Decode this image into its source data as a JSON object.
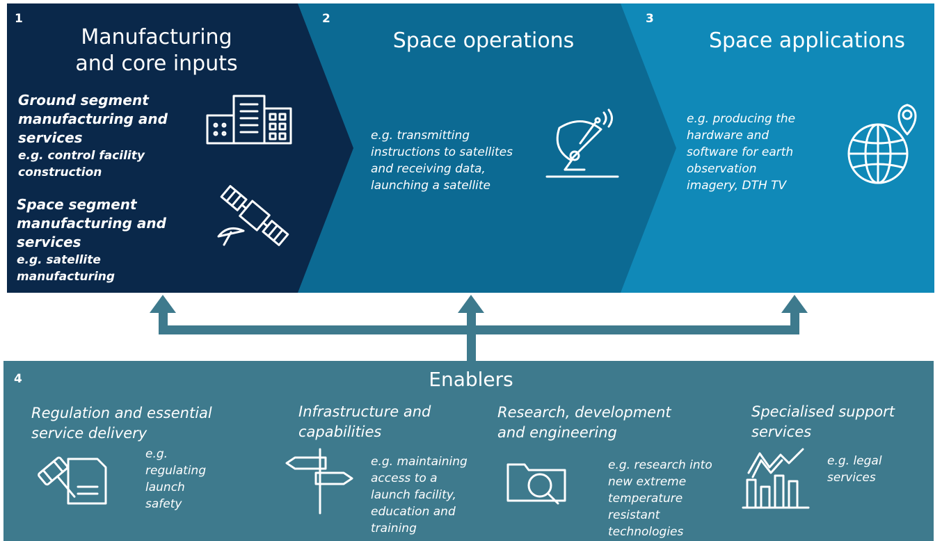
{
  "colors": {
    "panel1": "#0a284a",
    "panel2": "#0c6a93",
    "panel3": "#1089b8",
    "enablers": "#3e7a8d",
    "arrows": "#3e7a8d"
  },
  "panels": [
    {
      "number": "1",
      "title_line1": "Manufacturing",
      "title_line2": "and core inputs",
      "items": [
        {
          "heading_line1": "Ground segment",
          "heading_line2": "manufacturing and",
          "heading_line3": "services",
          "example_line1": "e.g. control facility",
          "example_line2": "construction",
          "icon": "building-icon"
        },
        {
          "heading_line1": "Space segment",
          "heading_line2": "manufacturing and",
          "heading_line3": "services",
          "example_line1": "e.g. satellite",
          "example_line2": "manufacturing",
          "icon": "satellite-icon"
        }
      ]
    },
    {
      "number": "2",
      "title": "Space operations",
      "example_lines": [
        "e.g. transmitting",
        "instructions to satellites",
        "and receiving data,",
        "launching a satellite"
      ],
      "icon": "satellite-dish-icon"
    },
    {
      "number": "3",
      "title": "Space applications",
      "example_lines": [
        "e.g. producing the",
        "hardware and",
        "software for earth",
        "observation",
        "imagery, DTH TV"
      ],
      "icon": "globe-pin-icon"
    }
  ],
  "enablers": {
    "number": "4",
    "title": "Enablers",
    "items": [
      {
        "heading_lines": [
          "Regulation and essential",
          "service delivery"
        ],
        "example_lines": [
          "e.g.",
          "regulating",
          "launch",
          "safety"
        ],
        "icon": "gavel-document-icon"
      },
      {
        "heading_lines": [
          "Infrastructure and",
          "capabilities"
        ],
        "example_lines": [
          "e.g. maintaining",
          "access to a",
          "launch facility,",
          "education and",
          "training"
        ],
        "icon": "signpost-icon"
      },
      {
        "heading_lines": [
          "Research, development",
          "and engineering"
        ],
        "example_lines": [
          "e.g. research into",
          "new extreme",
          "temperature",
          "resistant",
          "technologies"
        ],
        "icon": "folder-magnifier-icon"
      },
      {
        "heading_lines": [
          "Specialised support",
          "services"
        ],
        "example_lines": [
          "e.g. legal",
          "services"
        ],
        "icon": "bar-chart-icon"
      }
    ]
  }
}
